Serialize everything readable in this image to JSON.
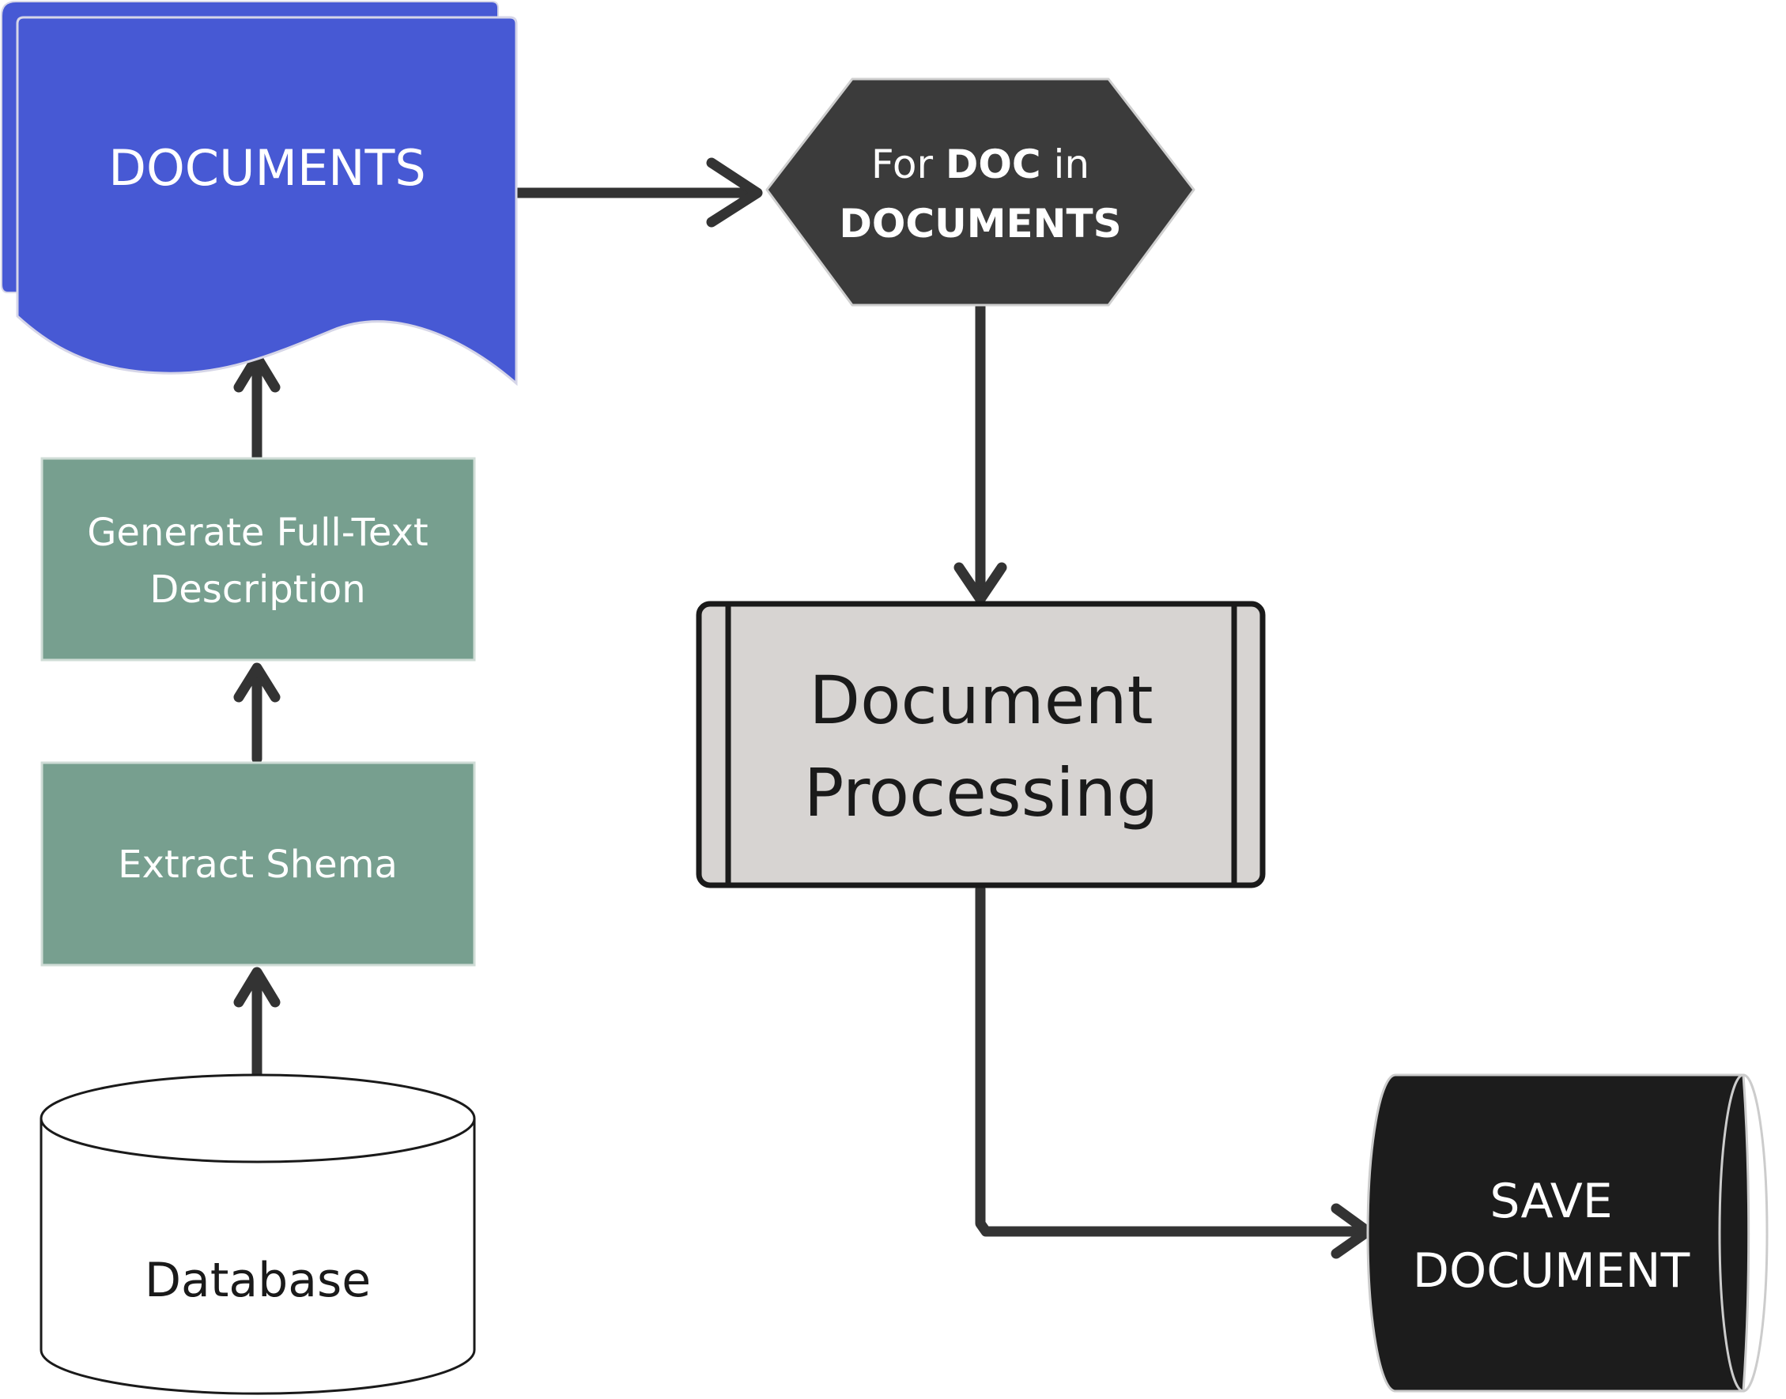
{
  "nodes": {
    "documents": {
      "label": "DOCUMENTS",
      "fill": "#4759d4"
    },
    "for_loop": {
      "prefix": "For ",
      "bold_1": "DOC",
      "middle": " in",
      "bold_2": "DOCUMENTS",
      "fill": "#3b3b3b"
    },
    "generate": {
      "line1": "Generate Full-Text",
      "line2": "Description",
      "fill": "#779f8f"
    },
    "extract": {
      "label": "Extract Shema",
      "fill": "#779f8f"
    },
    "database": {
      "label": "Database",
      "fill": "#ffffff"
    },
    "processing": {
      "line1": "Document",
      "line2": "Processing",
      "fill": "#d7d4d2"
    },
    "save": {
      "line1": "SAVE",
      "line2": "DOCUMENT",
      "fill": "#1c1c1c"
    }
  },
  "colors": {
    "edge": "#333333",
    "white_text": "#ffffff",
    "dark_text": "#1a1a1a"
  }
}
